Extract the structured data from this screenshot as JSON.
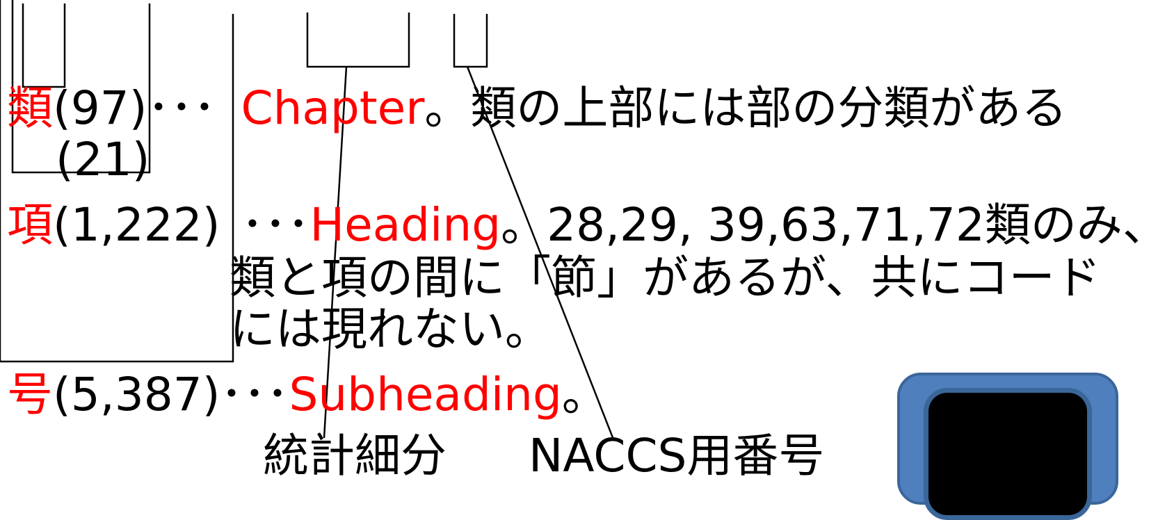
{
  "rows": {
    "chapter": {
      "term": "類",
      "count": "(97)",
      "dots": "･･･",
      "en": "Chapter",
      "note": "。類の上部には部の分類がある"
    },
    "section_count": "(21)",
    "heading": {
      "term": "項",
      "count": "(1,222)",
      "dots": "･･･",
      "en": "Heading",
      "note": "。28,29, 39,63,71,72類のみ、"
    },
    "heading_note_line2": "類と項の間に「節」があるが、共にコード",
    "heading_note_line3": "には現れない。",
    "subheading": {
      "term": "号",
      "count": "(5,387)",
      "dots": "･･･",
      "en": "Subheading",
      "note": "。"
    }
  },
  "bottom_labels": {
    "statistics": "統計細分",
    "naccs": "NACCS用番号"
  },
  "colors": {
    "highlight": "#ff0000",
    "text": "#000000",
    "device_blue": "#4f7fbd",
    "device_border": "#3a6699"
  },
  "icons": {
    "device": "tablet-device-icon"
  }
}
